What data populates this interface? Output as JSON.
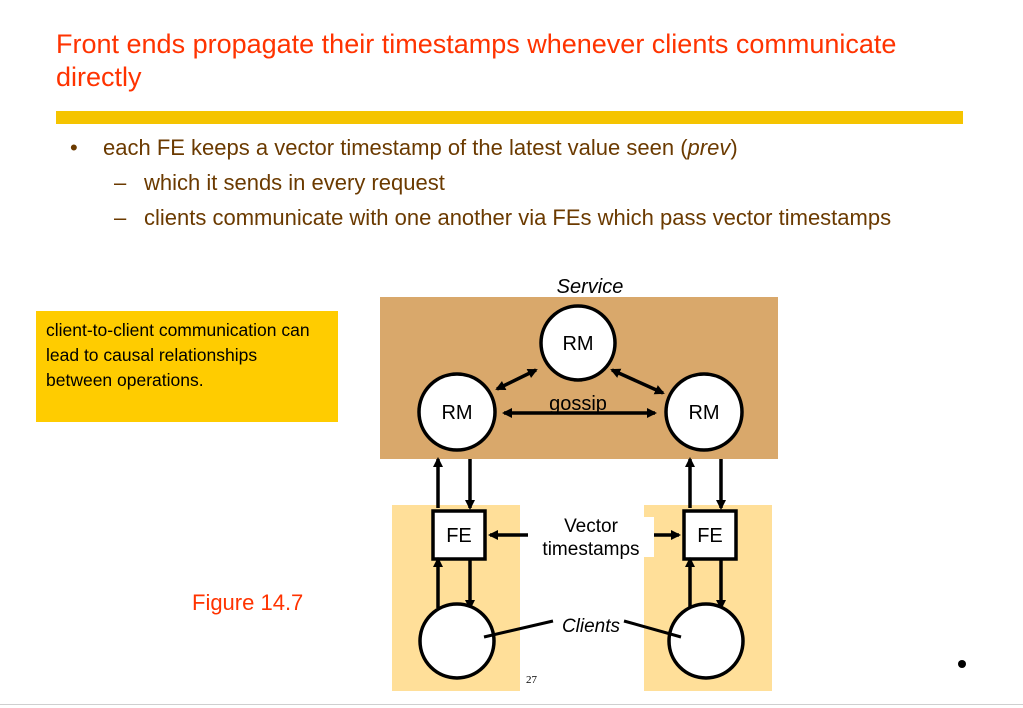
{
  "slide": {
    "title": "Front ends propagate their timestamps whenever clients communicate directly",
    "bullet_marker": "•",
    "dash_marker": "–",
    "bullet1_prefix": "each FE keeps a vector timestamp of the latest value seen (",
    "bullet1_italic": "prev",
    "bullet1_suffix": ")",
    "sub_bullets": [
      "which it sends in every request",
      "clients communicate with one another via FEs which pass vector timestamps"
    ],
    "callout": "client-to-client communication can lead to causal relationships between operations.",
    "figure_caption": "Figure 14.7",
    "page_number": "27",
    "colors": {
      "title": "#ff3300",
      "rule": "#f5c400",
      "body_text": "#6b3a00",
      "callout_bg": "#ffcc00",
      "service_bg": "#d9a86b",
      "client_bg": "#ffdf99"
    }
  },
  "diagram": {
    "service_label": "Service",
    "rm_top": "RM",
    "rm_left": "RM",
    "rm_right": "RM",
    "gossip_label": "gossip",
    "fe_left": "FE",
    "fe_right": "FE",
    "vector_label_line1": "Vector",
    "vector_label_line2": "timestamps",
    "clients_label": "Clients"
  }
}
